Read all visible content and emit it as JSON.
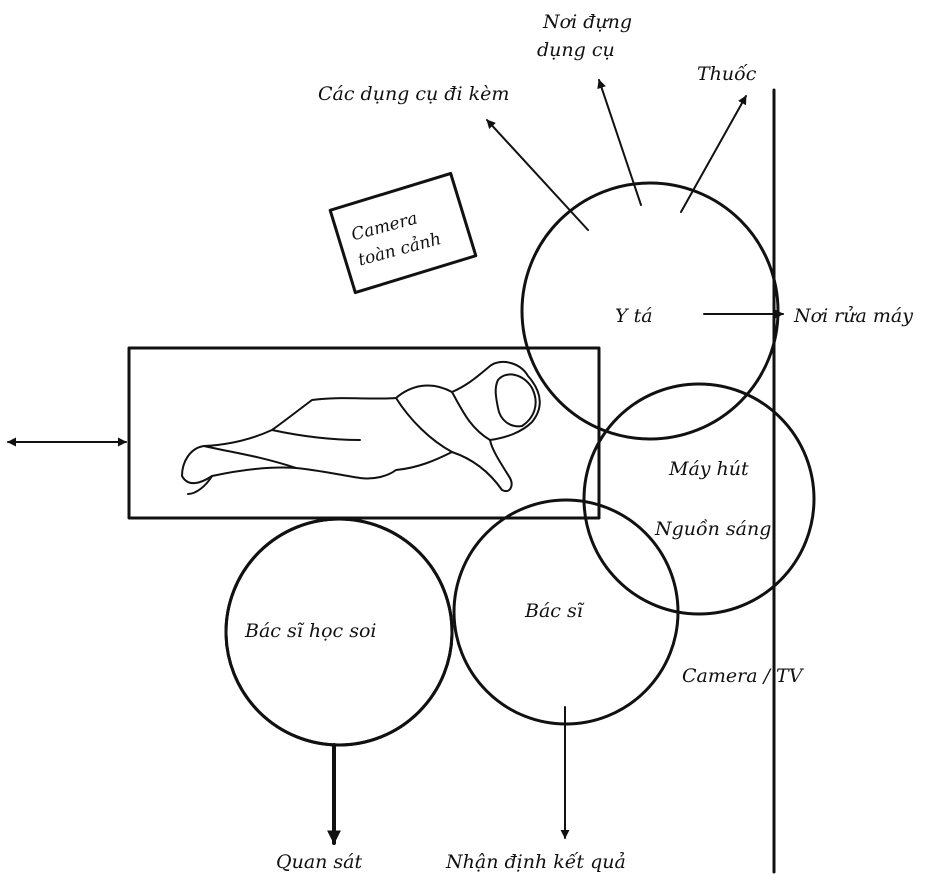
{
  "labels": {
    "accessories": "Các dụng cụ đi kèm",
    "instrument_stand": [
      "Nơi đựng",
      "dụng cụ"
    ],
    "medicine": "Thuốc",
    "panorama_camera": [
      "Camera",
      "toàn cảnh"
    ],
    "nurse": "Y tá",
    "wash_station": "Nơi rửa máy",
    "suction": "Máy hút",
    "light_source": "Nguồn sáng",
    "doctor": "Bác sĩ",
    "trainee_doctor": "Bác sĩ học soi",
    "camera_tv": "Camera / TV",
    "observe": "Quan sát",
    "result": "Nhận định kết quả"
  }
}
